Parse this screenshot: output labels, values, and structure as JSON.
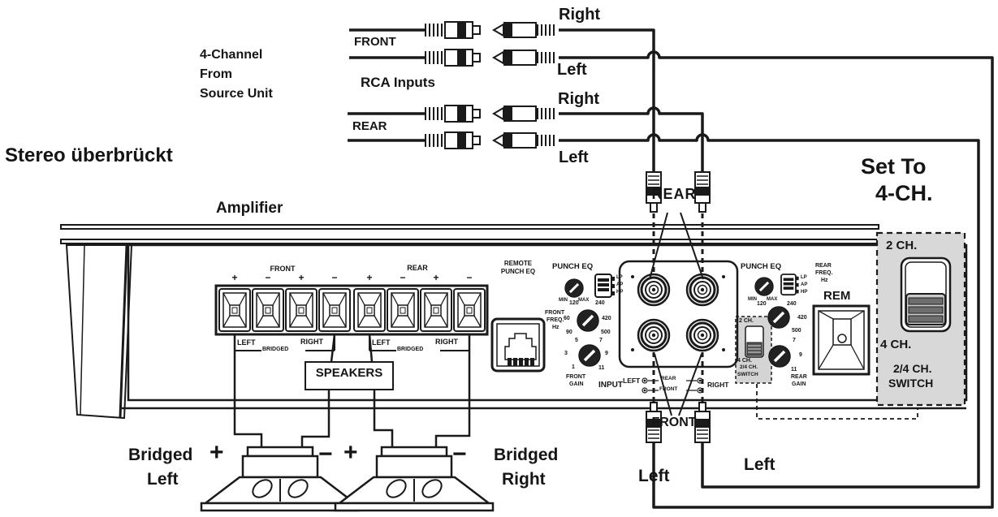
{
  "heading": "Stereo überbrückt",
  "source": {
    "l1": "4-Channel",
    "l2": "From",
    "l3": "Source Unit",
    "rca": "RCA Inputs",
    "front": "FRONT",
    "rear": "REAR",
    "fr": "Right",
    "fl": "Left",
    "rr": "Right",
    "rl": "Left"
  },
  "amp": {
    "label": "Amplifier",
    "plus": "+",
    "minus": "−",
    "tfront": "FRONT",
    "trear": "REAR",
    "fleft": "LEFT",
    "fright": "RIGHT",
    "fbridged": "BRIDGED",
    "rleft": "LEFT",
    "rright": "RIGHT",
    "rbridged": "BRIDGED",
    "speakers": "SPEAKERS",
    "remote1": "REMOTE",
    "remote2": "PUNCH EQ",
    "front": {
      "punch": "PUNCH EQ",
      "min": "MIN",
      "max": "MAX",
      "xo1": "LP",
      "xo2": "AP",
      "xo3": "HP",
      "f1": "FRONT",
      "f2": "FREQ.",
      "f3": "Hz",
      "ft": [
        "120",
        "240",
        "60",
        "420",
        "90",
        "500"
      ],
      "gt": [
        "5",
        "7",
        "3",
        "9",
        "1",
        "11"
      ],
      "g1": "FRONT",
      "g2": "GAIN"
    },
    "rear": {
      "punch": "PUNCH EQ",
      "min": "MIN",
      "max": "MAX",
      "xo1": "LP",
      "xo2": "AP",
      "xo3": "HP",
      "f1": "REAR",
      "f2": "FREQ.",
      "f3": "Hz",
      "ft": [
        "120",
        "240",
        "420",
        "500"
      ],
      "gt": [
        "7",
        "9",
        "11"
      ],
      "g1": "REAR",
      "g2": "GAIN"
    },
    "input": "INPUT",
    "inleft": "LEFT",
    "inright": "RIGHT",
    "legrear": "REAR",
    "legfront": "FRONT",
    "rem": "REM",
    "mini": {
      "c2": "2 CH.",
      "c4": "4 CH.",
      "s1": "2/4 CH.",
      "s2": "SWITCH"
    }
  },
  "callouts": {
    "rear": "REAR",
    "front": "FRONT",
    "set1": "Set To",
    "set2": "4-CH.",
    "c2": "2 CH.",
    "c4": "4 CH.",
    "s1": "2/4 CH.",
    "s2": "SWITCH",
    "leftA": "Left",
    "leftB": "Left"
  },
  "speakers": {
    "plus": "+",
    "minus": "−",
    "l1": "Bridged",
    "l2": "Left",
    "r1": "Bridged",
    "r2": "Right"
  },
  "colors": {
    "line": "#1a1a1a",
    "highlight": "#d8d8d8"
  }
}
